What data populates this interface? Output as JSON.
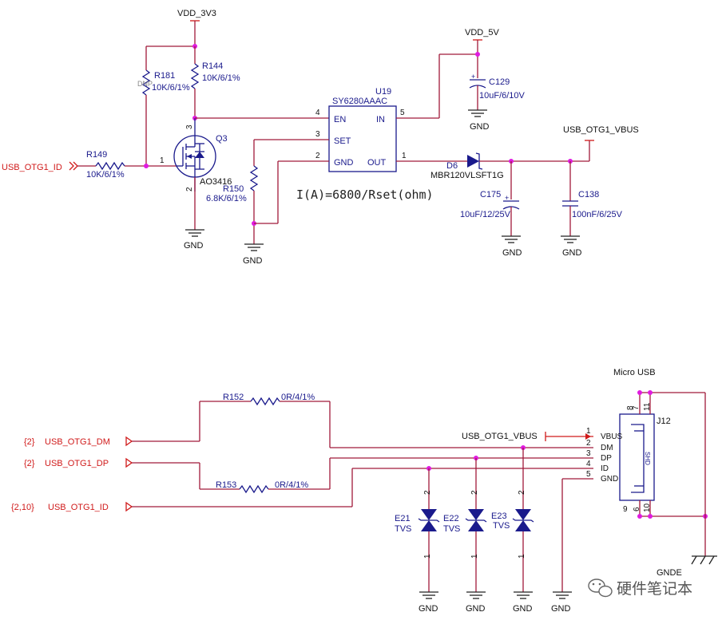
{
  "power": {
    "vdd3v3": "VDD_3V3",
    "vdd5v": "VDD_5V",
    "vbus": "USB_OTG1_VBUS",
    "gnd": "GND",
    "gnde": "GNDE"
  },
  "ports": {
    "otg_id": "USB_OTG1_ID",
    "dm": "USB_OTG1_DM",
    "dp": "USB_OTG1_DP",
    "id": "USB_OTG1_ID",
    "ref_dm": "{2}",
    "ref_dp": "{2}",
    "ref_id": "{2,10}"
  },
  "parts": {
    "r181": {
      "ref": "R181",
      "val": "10K/6/1%",
      "dnp": "DNP"
    },
    "r144": {
      "ref": "R144",
      "val": "10K/6/1%"
    },
    "r149": {
      "ref": "R149",
      "val": "10K/6/1%"
    },
    "r150": {
      "ref": "R150",
      "val": "6.8K/6/1%"
    },
    "q3": {
      "ref": "Q3",
      "val": "AO3416"
    },
    "u19": {
      "ref": "U19",
      "val": "SY6280AAAC",
      "en": "EN",
      "set": "SET",
      "gnd": "GND",
      "in": "IN",
      "out": "OUT"
    },
    "c129": {
      "ref": "C129",
      "val": "10uF/6/10V"
    },
    "d6": {
      "ref": "D6",
      "val": "MBR120VLSFT1G"
    },
    "c175": {
      "ref": "C175",
      "val": "10uF/12/25V"
    },
    "c138": {
      "ref": "C138",
      "val": "100nF/6/25V"
    },
    "r152": {
      "ref": "R152",
      "val": "0R/4/1%"
    },
    "r153": {
      "ref": "R153",
      "val": "0R/4/1%"
    },
    "e21": {
      "ref": "E21",
      "val": "TVS"
    },
    "e22": {
      "ref": "E22",
      "val": "TVS"
    },
    "e23": {
      "ref": "E23",
      "val": "TVS"
    },
    "j12": {
      "ref": "J12",
      "title": "Micro USB",
      "vbus": "VBUS",
      "dm": "DM",
      "dp": "DP",
      "id": "ID",
      "gnd": "GND",
      "shd": "SHD"
    }
  },
  "pins": {
    "p1": "1",
    "p2": "2",
    "p3": "3",
    "p4": "4",
    "p5": "5",
    "p6": "6",
    "p7": "7",
    "p8": "8",
    "p9": "9",
    "p10": "10",
    "p11": "11"
  },
  "formula": "I(A)=6800/Rset(ohm)",
  "watermark": "硬件笔记本"
}
